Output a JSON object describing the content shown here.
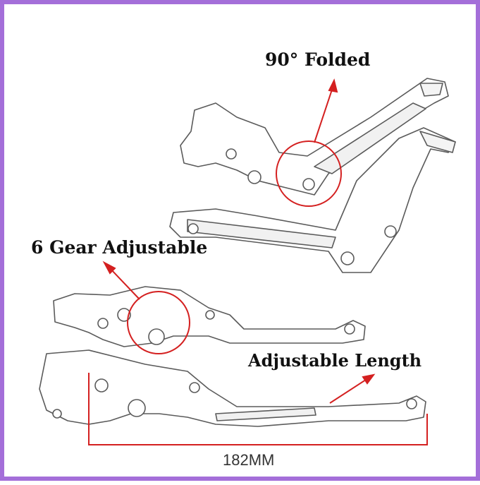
{
  "callouts": {
    "folded": "90°  Folded",
    "gear": "6 Gear Adjustable",
    "length": "Adjustable Length"
  },
  "dimension": "182MM",
  "colors": {
    "border": "#a46fd9",
    "accent": "#d42020",
    "line_art": "#555555"
  }
}
